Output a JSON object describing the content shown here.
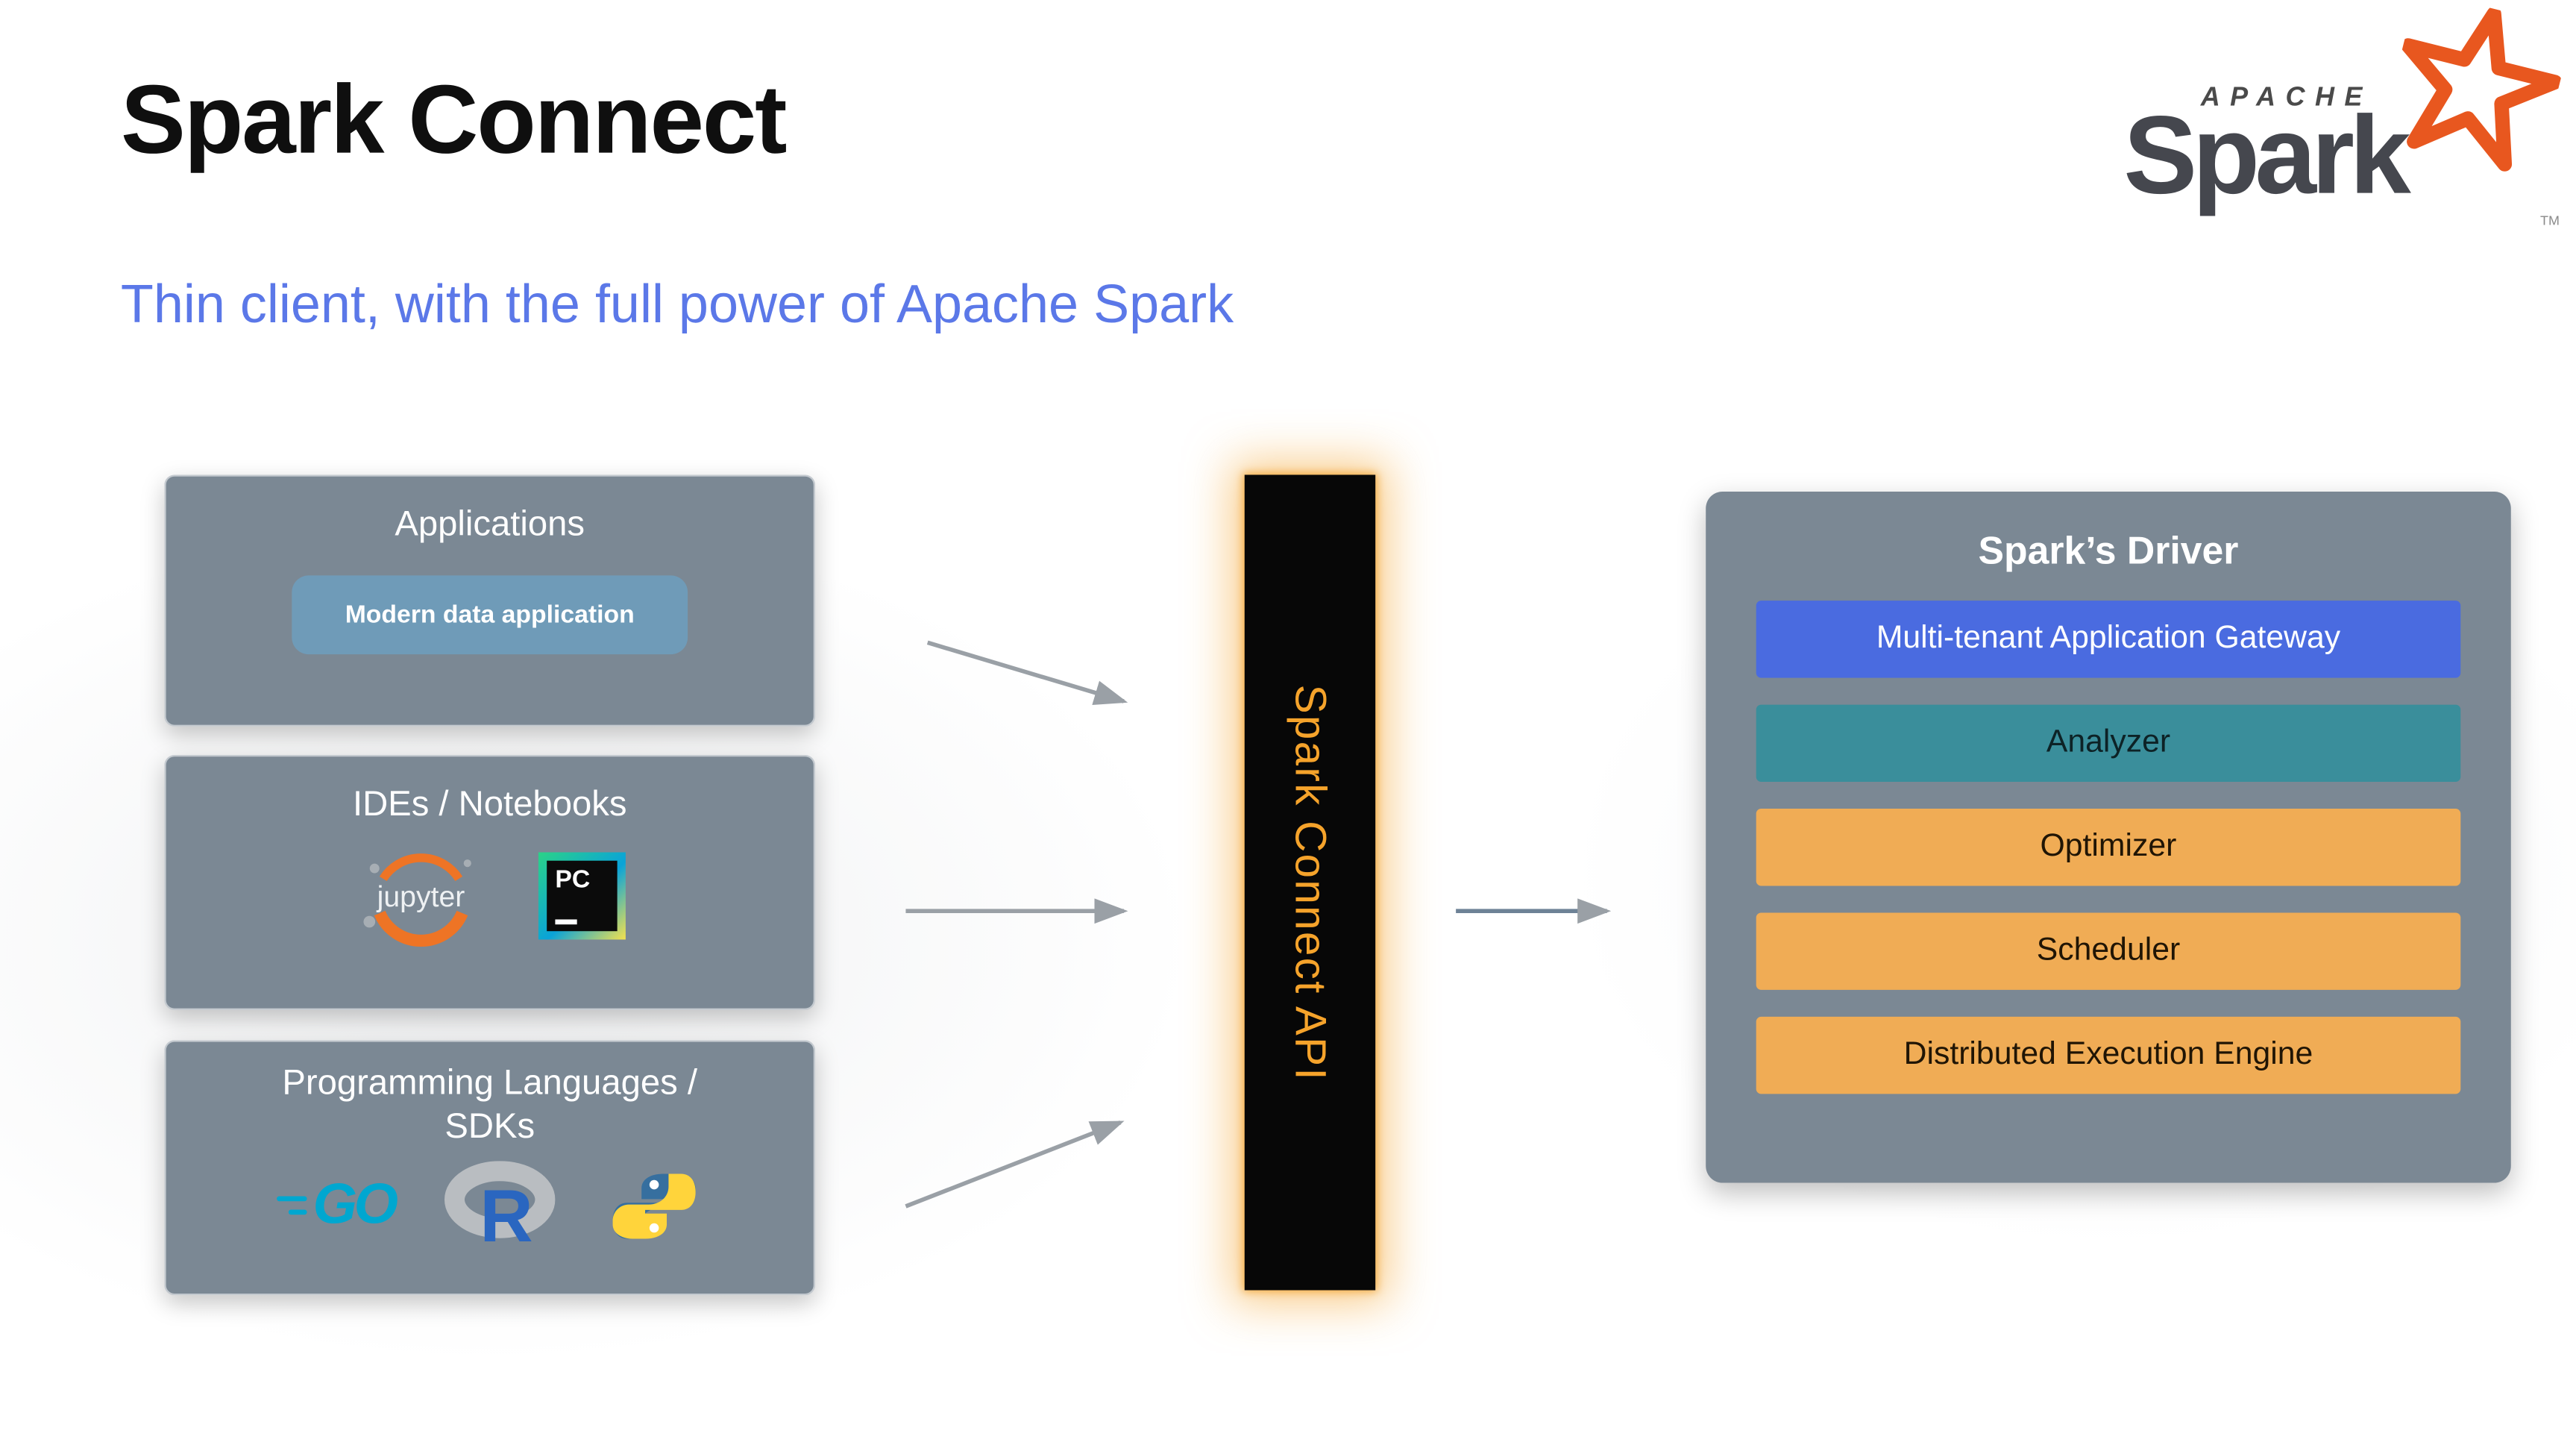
{
  "slide": {
    "title": "Spark Connect",
    "subtitle": "Thin client, with the full power of Apache Spark"
  },
  "logo": {
    "apache": "APACHE",
    "spark": "Spark",
    "tm": "TM"
  },
  "panels": {
    "applications": {
      "title": "Applications",
      "chip": "Modern data application"
    },
    "ides": {
      "title": "IDEs / Notebooks",
      "jupyter": "jupyter",
      "pycharm": "PC"
    },
    "languages": {
      "title": "Programming Languages / SDKs",
      "go": "GO",
      "r": "R"
    }
  },
  "connector": {
    "label": "Spark Connect API"
  },
  "driver": {
    "title": "Spark’s Driver",
    "rows": [
      {
        "label": "Multi-tenant Application Gateway",
        "bg": "#4a6be0",
        "fg": "#ffffff"
      },
      {
        "label": "Analyzer",
        "bg": "#3a8e9b",
        "fg": "#0d2226"
      },
      {
        "label": "Optimizer",
        "bg": "#f0ac55",
        "fg": "#201505"
      },
      {
        "label": "Scheduler",
        "bg": "#f0ac55",
        "fg": "#201505"
      },
      {
        "label": "Distributed Execution Engine",
        "bg": "#f0ac55",
        "fg": "#201505"
      }
    ]
  },
  "colors": {
    "subtitle": "#5b78e8",
    "panel_gray": "#7b8894",
    "chip_blue_gray": "#6f9bb8",
    "api_bar": "#070707",
    "api_glow": "#f5a32b",
    "arrow_gray": "#9aa0a6",
    "spark_star_orange": "#e8571f"
  }
}
